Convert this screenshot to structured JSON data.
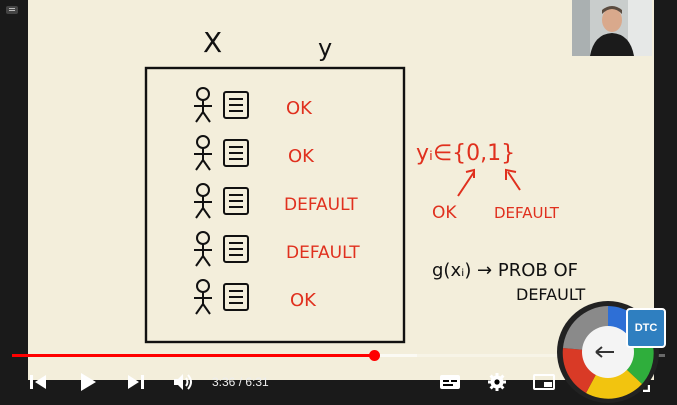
{
  "board": {
    "header_x": "X",
    "header_y": "y",
    "rows": [
      {
        "label": "OK"
      },
      {
        "label": "OK"
      },
      {
        "label": "DEFAULT"
      },
      {
        "label": "DEFAULT"
      },
      {
        "label": "OK"
      }
    ],
    "set_note": "yᵢ∈{0,1}",
    "arrow_label_ok": "OK",
    "arrow_label_default": "DEFAULT",
    "formula_line1": "g(xᵢ) → PROB OF",
    "formula_line2": "DEFAULT"
  },
  "player": {
    "current_time": "3:36",
    "separator": " / ",
    "duration": "6:31",
    "progress": 0.554,
    "buffered": 0.62
  },
  "overlay": {
    "badge": "DTC"
  },
  "colors": {
    "ink_red": "#e0301e",
    "progress": "#ff0000",
    "badge": "#2f7fc0"
  }
}
